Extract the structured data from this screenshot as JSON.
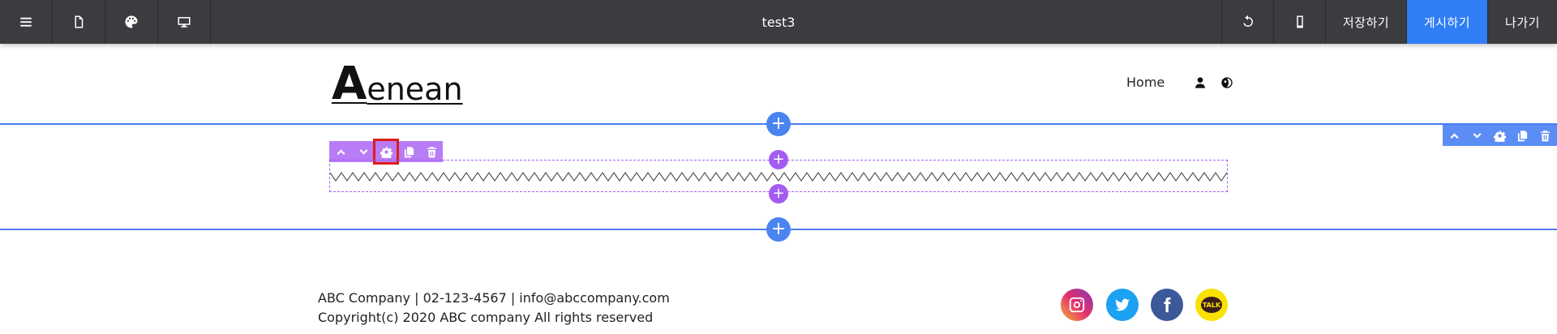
{
  "toolbar": {
    "title": "test3",
    "save_label": "저장하기",
    "publish_label": "게시하기",
    "exit_label": "나가기",
    "accent_color": "#2f7ef5"
  },
  "header": {
    "logo_cap": "A",
    "logo_rest": "enean",
    "nav_home": "Home"
  },
  "editor": {
    "plus_symbol": "+",
    "section_line_color": "#4a7df0",
    "block_color": "#a35cf2"
  },
  "footer": {
    "contact": "ABC Company | 02-123-4567 | info@abccompany.com",
    "copyright": "Copyright(c) 2020 ABC company All rights reserved",
    "kakao_label": "TALK"
  }
}
